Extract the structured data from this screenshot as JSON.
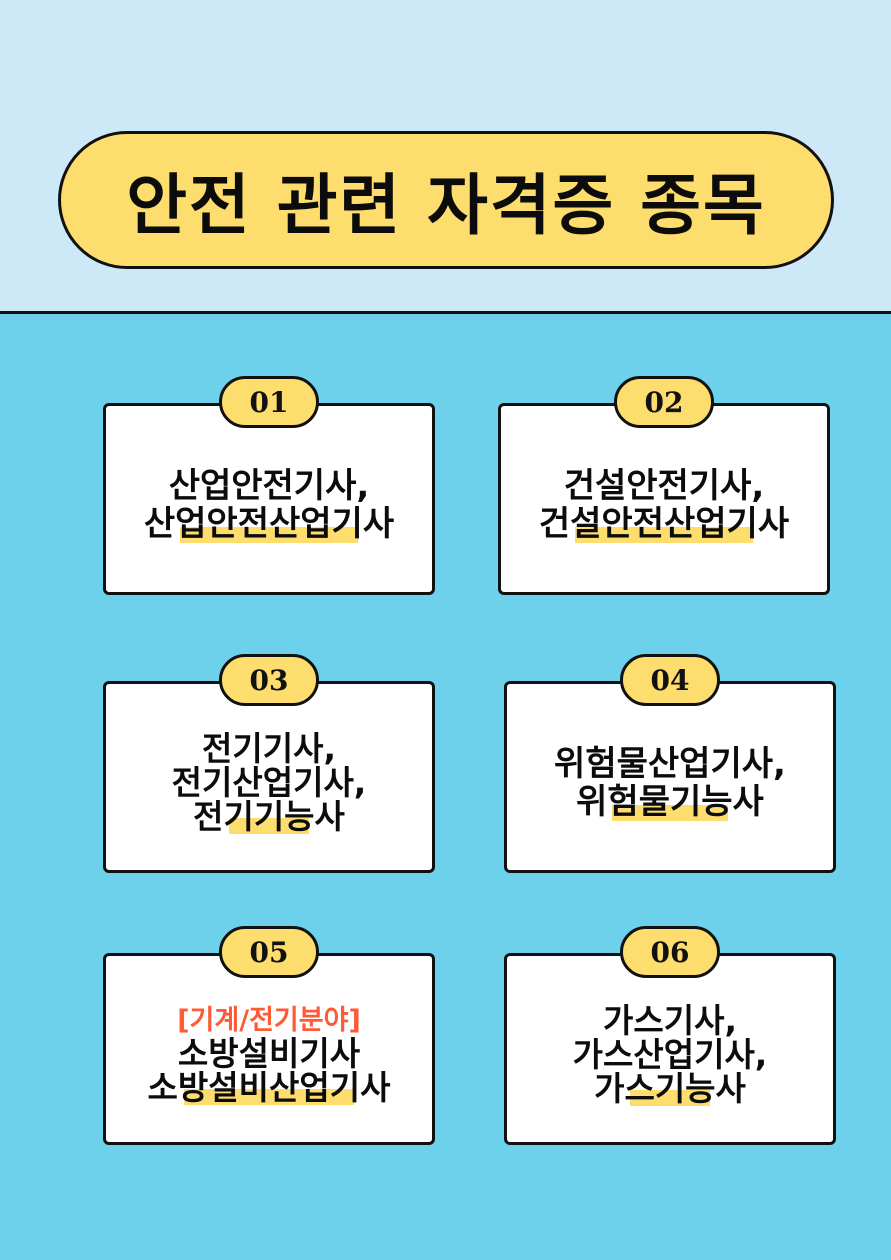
{
  "header": {
    "title": "안전 관련 자격증 종목"
  },
  "cards": [
    {
      "number": "01",
      "lines": [
        "산업안전기사,",
        "산업안전산업기사"
      ]
    },
    {
      "number": "02",
      "lines": [
        "건설안전기사,",
        "건설안전산업기사"
      ]
    },
    {
      "number": "03",
      "lines": [
        "전기기사,",
        "전기산업기사,",
        "전기기능사"
      ]
    },
    {
      "number": "04",
      "lines": [
        "위험물산업기사,",
        "위험물기능사"
      ]
    },
    {
      "number": "05",
      "tag": "[기계/전기분야]",
      "lines": [
        "소방설비기사",
        "소방설비산업기사"
      ]
    },
    {
      "number": "06",
      "lines": [
        "가스기사,",
        "가스산업기사,",
        "가스기능사"
      ]
    }
  ],
  "colors": {
    "top_band": "#cde9f7",
    "background": "#6dd1ec",
    "accent_yellow": "#fddd6d",
    "tag_red": "#ff5a36",
    "outline": "#111111"
  }
}
